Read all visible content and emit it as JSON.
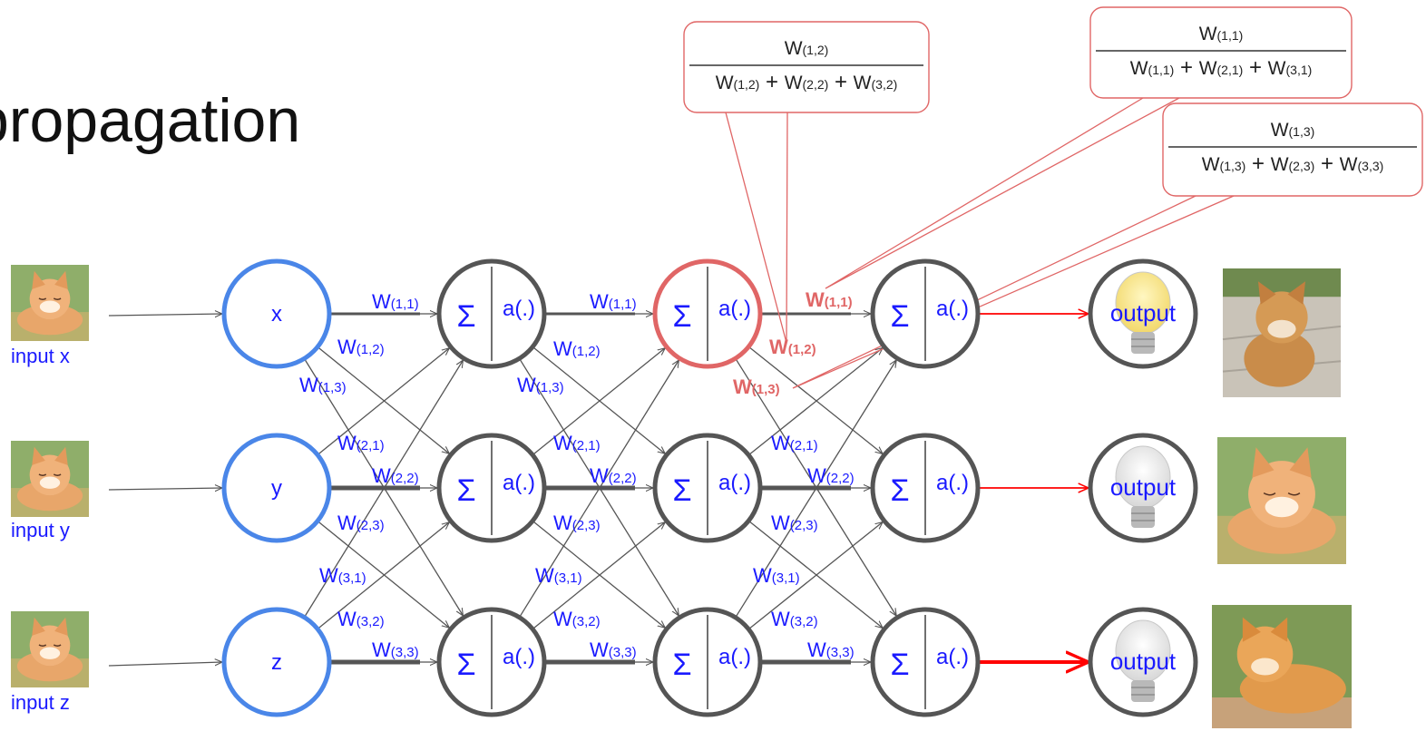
{
  "title": "kpropagation",
  "inputs": [
    {
      "label": "input x",
      "node": "x"
    },
    {
      "label": "input y",
      "node": "y"
    },
    {
      "label": "input z",
      "node": "z"
    }
  ],
  "neuron": {
    "sum_symbol": "Σ",
    "activation": "a(.)"
  },
  "weights": {
    "w11": "W(1,1)",
    "w12": "W(1,2)",
    "w13": "W(1,3)",
    "w21": "W(2,1)",
    "w22": "W(2,2)",
    "w23": "W(2,3)",
    "w31": "W(3,1)",
    "w32": "W(3,2)",
    "w33": "W(3,3)"
  },
  "outputs": [
    {
      "label": "output",
      "lit": true,
      "class_image": "shiba-dog-photo"
    },
    {
      "label": "output",
      "lit": false,
      "class_image": "fox-photo"
    },
    {
      "label": "output",
      "lit": false,
      "class_image": "cat-photo"
    }
  ],
  "callouts": [
    {
      "num": "W(1,2)",
      "den": [
        "W(1,2)",
        "W(2,2)",
        "W(3,2)"
      ]
    },
    {
      "num": "W(1,1)",
      "den": [
        "W(1,1)",
        "W(2,1)",
        "W(3,1)"
      ]
    },
    {
      "num": "W(1,3)",
      "den": [
        "W(1,3)",
        "W(2,3)",
        "W(3,3)"
      ]
    }
  ],
  "plus": "+",
  "colors": {
    "input_node": "#4a86e8",
    "neuron": "#555555",
    "highlight": "#e06666",
    "label_blue": "#1a1aff",
    "output_line": "#ff0000"
  }
}
